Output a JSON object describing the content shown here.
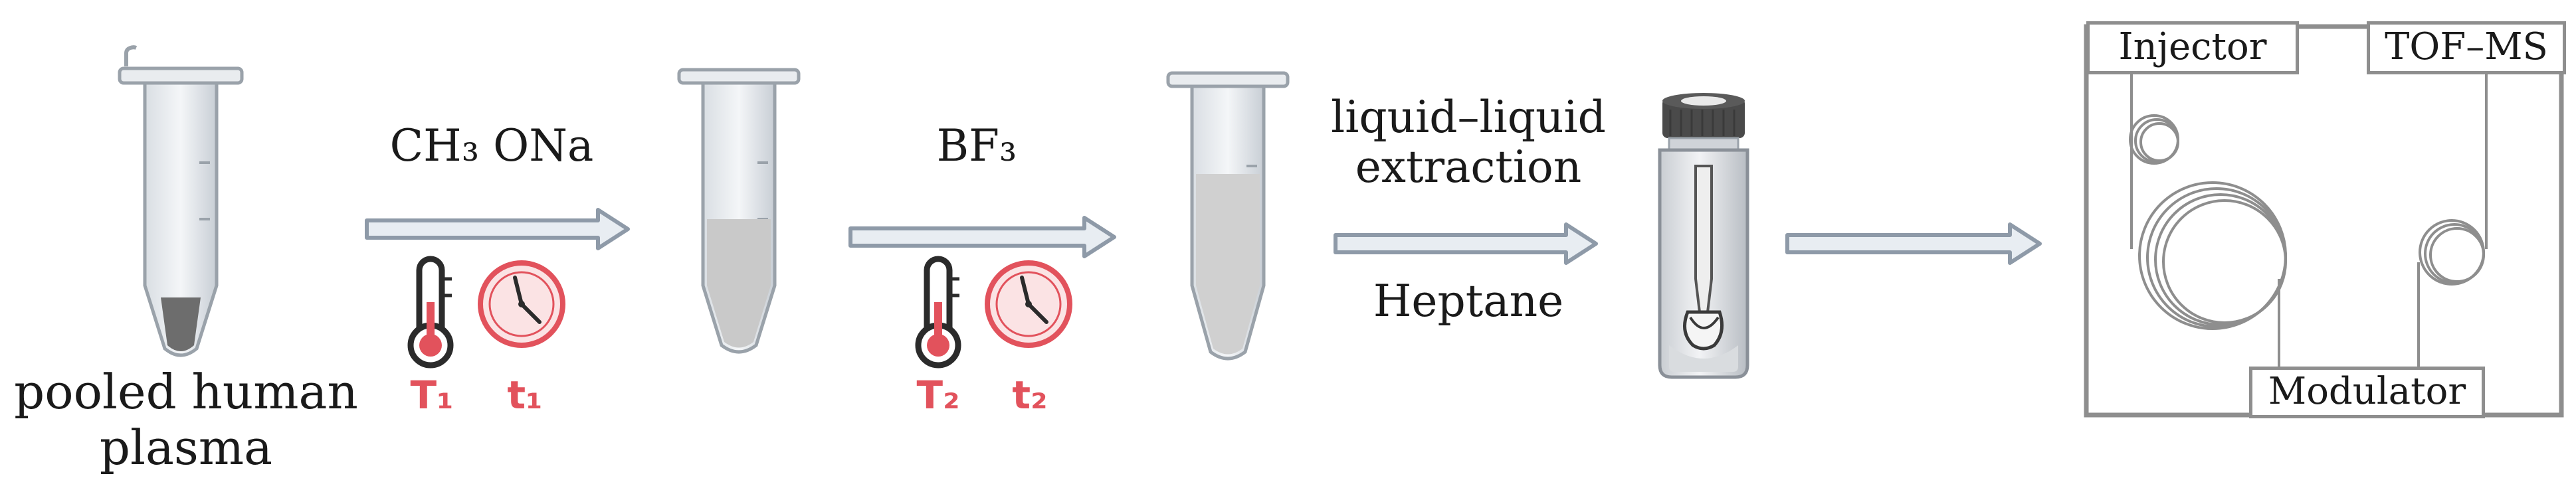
{
  "labels": {
    "sample": [
      "pooled human",
      "plasma"
    ],
    "reagent1": "CH₃ ONa",
    "reagent2": "BF₃",
    "extraction": [
      "liquid–liquid",
      "extraction"
    ],
    "solvent": "Heptane",
    "temp1": "T₁",
    "time1": "t₁",
    "temp2": "T₂",
    "time2": "t₂"
  },
  "instrument": {
    "injector": "Injector",
    "detector": "TOF–MS",
    "modulator": "Modulator"
  },
  "colors": {
    "accent": "#e2525c",
    "arrow": "#8e9aa8",
    "outline": "#8e8e8e"
  }
}
